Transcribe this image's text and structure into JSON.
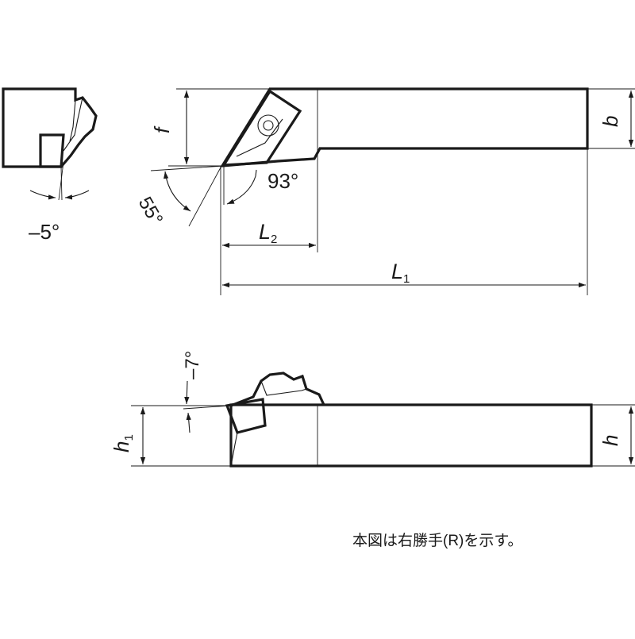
{
  "labels": {
    "f": "f",
    "b": "b",
    "h": "h",
    "h1_main": "h",
    "h1_sub": "1",
    "L1_main": "L",
    "L1_sub": "1",
    "L2_main": "L",
    "L2_sub": "2",
    "angle_93": "93°",
    "angle_55": "55°",
    "angle_neg5": "–5°",
    "angle_neg7": "–7°"
  },
  "note": "本図は右勝手(R)を示す。"
}
